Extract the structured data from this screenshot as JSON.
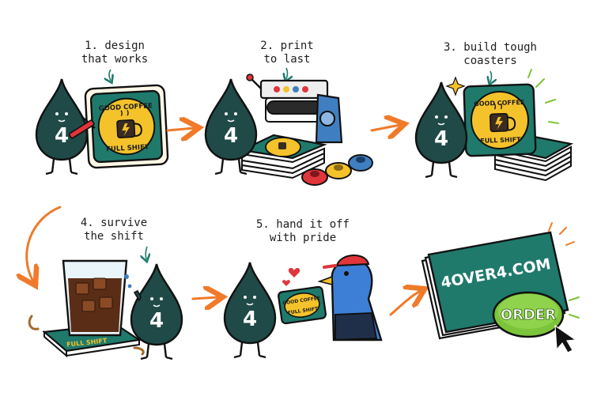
{
  "steps": [
    {
      "label_line1": "1. design",
      "label_line2": "that works"
    },
    {
      "label_line1": "2. print",
      "label_line2": "to last"
    },
    {
      "label_line1": "3. build tough",
      "label_line2": "coasters"
    },
    {
      "label_line1": "4. survive",
      "label_line2": "the shift"
    },
    {
      "label_line1": "5. hand it off",
      "label_line2": "with pride"
    }
  ],
  "mascot": {
    "numeral": "4"
  },
  "coaster": {
    "top_text": "GOOD COFFEE",
    "bottom_text": "FULL SHIFT"
  },
  "card": {
    "brand": "4OVER4.COM",
    "order_button": "ORDER"
  },
  "colors": {
    "mascot": "#1f4a47",
    "coaster_green": "#1f7a6c",
    "badge_yellow": "#f4c22b",
    "arrow_orange": "#f07a2a",
    "order_green": "#7cc43a",
    "press_blue": "#3f7fc1",
    "bird_blue": "#3d7fd6",
    "cap_red": "#e0353a"
  },
  "icons": [
    "pencil-icon",
    "coffee-mug-icon",
    "lightning-icon",
    "cursor-icon",
    "heart-icon",
    "sparkle-icon"
  ]
}
